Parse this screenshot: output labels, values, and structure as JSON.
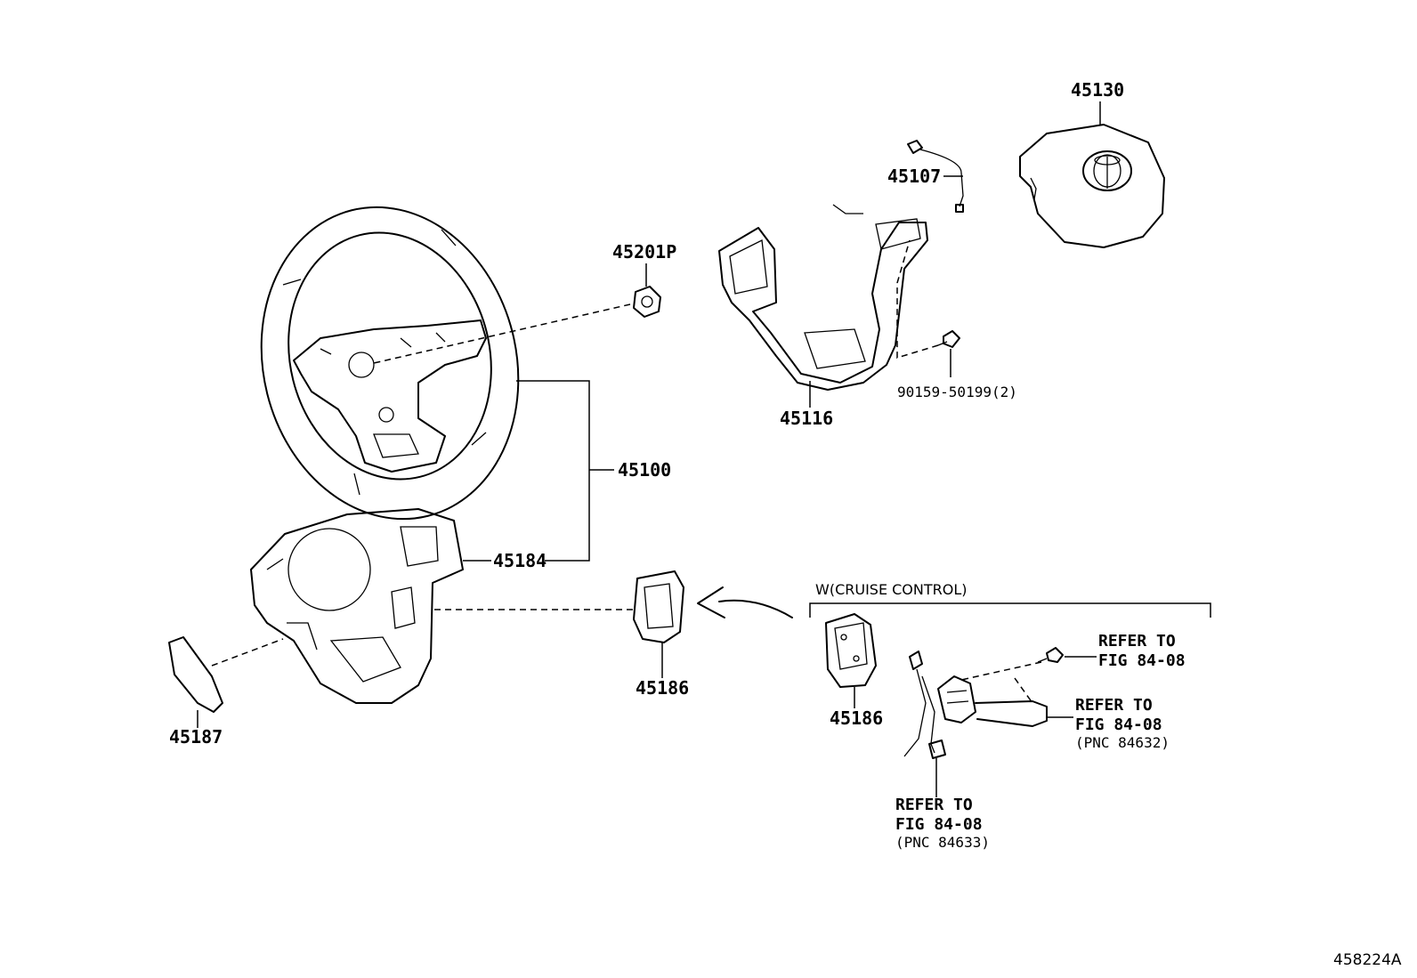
{
  "parts": {
    "p45130": "45130",
    "p45107": "45107",
    "p45201p": "45201P",
    "p45116": "45116",
    "p90159": "90159-50199(2)",
    "p45100": "45100",
    "p45184": "45184",
    "p45186_main": "45186",
    "p45186_cruise": "45186",
    "p45187": "45187"
  },
  "cruise_group": {
    "header": "W(CRUISE CONTROL)"
  },
  "refs": {
    "bolt_ref": {
      "line1": "REFER TO",
      "line2": "FIG 84-08"
    },
    "switch_ref": {
      "line1": "REFER TO",
      "line2": "FIG 84-08",
      "line3": "(PNC 84632)"
    },
    "harness_ref": {
      "line1": "REFER TO",
      "line2": "FIG 84-08",
      "line3": "(PNC 84633)"
    }
  },
  "diagram_id": "458224A"
}
